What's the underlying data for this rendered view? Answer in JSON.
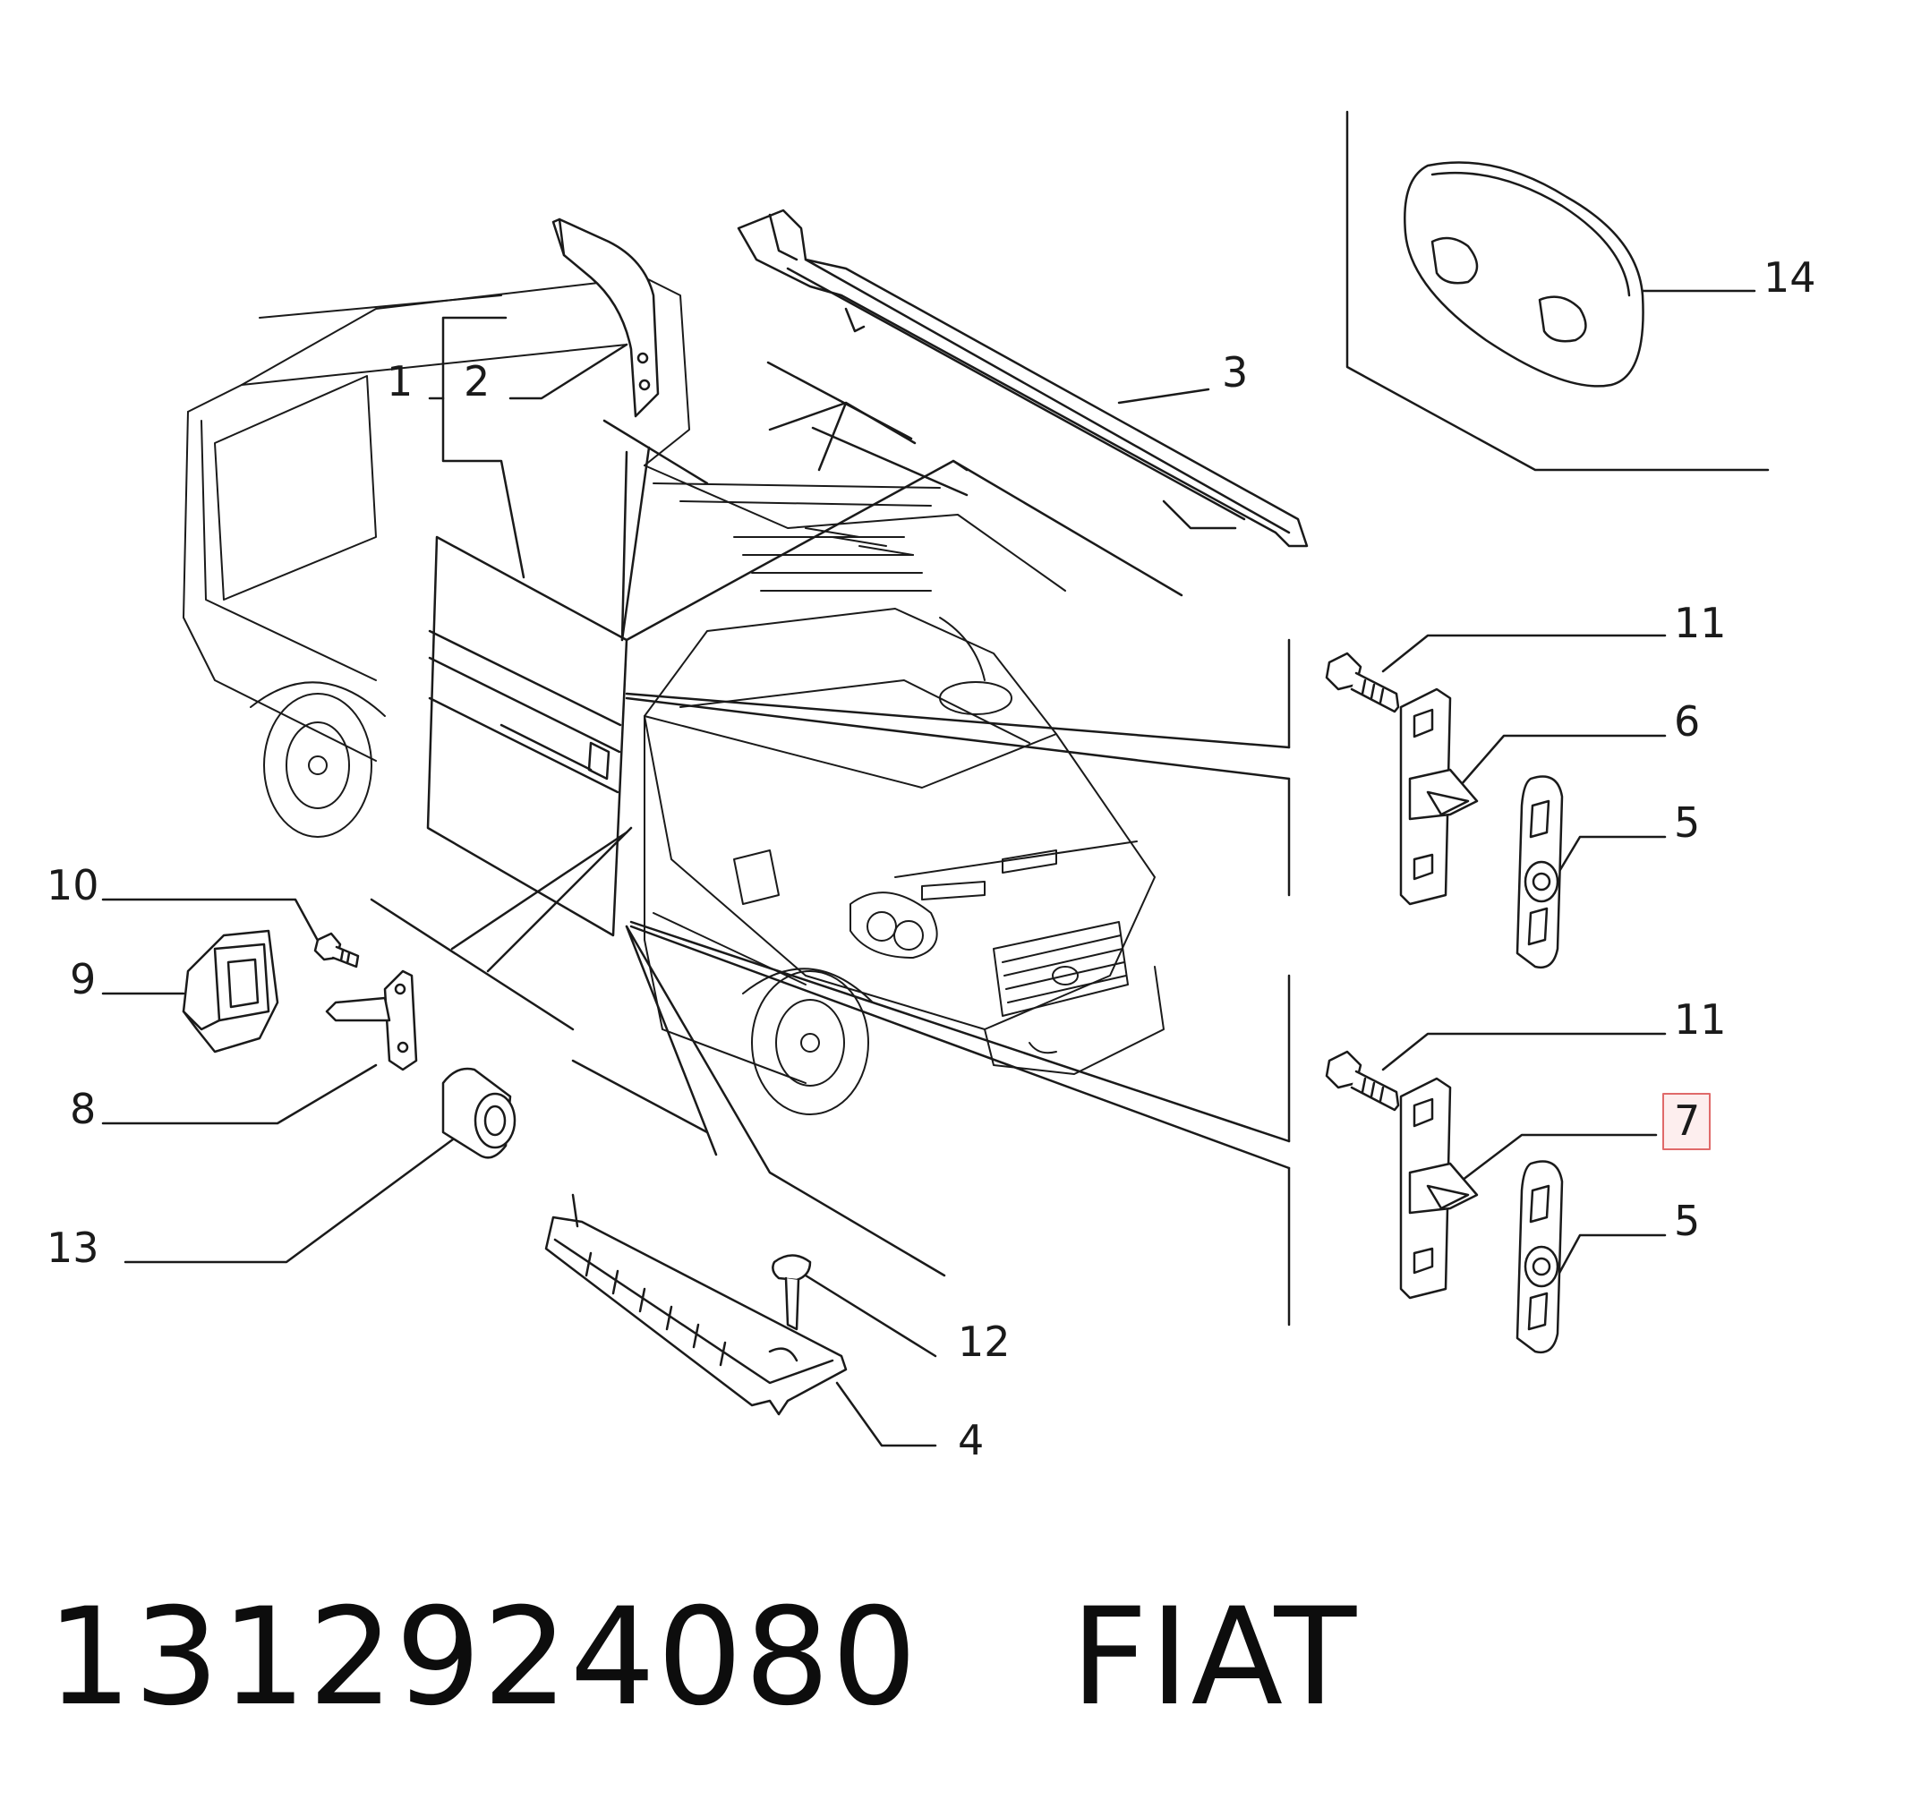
{
  "callouts": [
    {
      "id": "1",
      "label": "1"
    },
    {
      "id": "2",
      "label": "2"
    },
    {
      "id": "3",
      "label": "3"
    },
    {
      "id": "14",
      "label": "14"
    },
    {
      "id": "11a",
      "label": "11"
    },
    {
      "id": "6",
      "label": "6"
    },
    {
      "id": "5a",
      "label": "5"
    },
    {
      "id": "11b",
      "label": "11"
    },
    {
      "id": "7",
      "label": "7",
      "highlighted": true
    },
    {
      "id": "5b",
      "label": "5"
    },
    {
      "id": "10",
      "label": "10"
    },
    {
      "id": "9",
      "label": "9"
    },
    {
      "id": "8",
      "label": "8"
    },
    {
      "id": "13",
      "label": "13"
    },
    {
      "id": "12",
      "label": "12"
    },
    {
      "id": "4",
      "label": "4"
    }
  ],
  "footer": {
    "part_number": "1312924080",
    "brand": "FIAT"
  },
  "colors": {
    "line": "#1a1a1a",
    "part_fill": "#ffffff",
    "highlight_border": "#e06a6a",
    "highlight_fill": "#fdeeee"
  }
}
